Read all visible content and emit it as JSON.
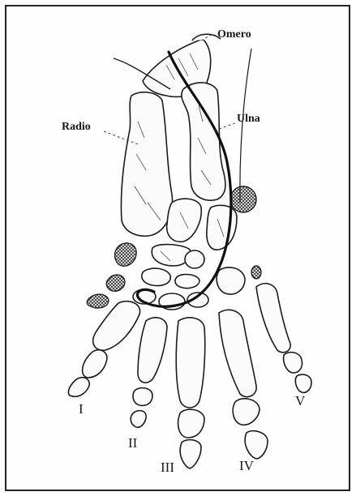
{
  "labels": {
    "humerus": "Omero",
    "radius": "Radio",
    "ulna": "Ulna"
  },
  "digits": [
    "I",
    "II",
    "III",
    "IV",
    "V"
  ]
}
